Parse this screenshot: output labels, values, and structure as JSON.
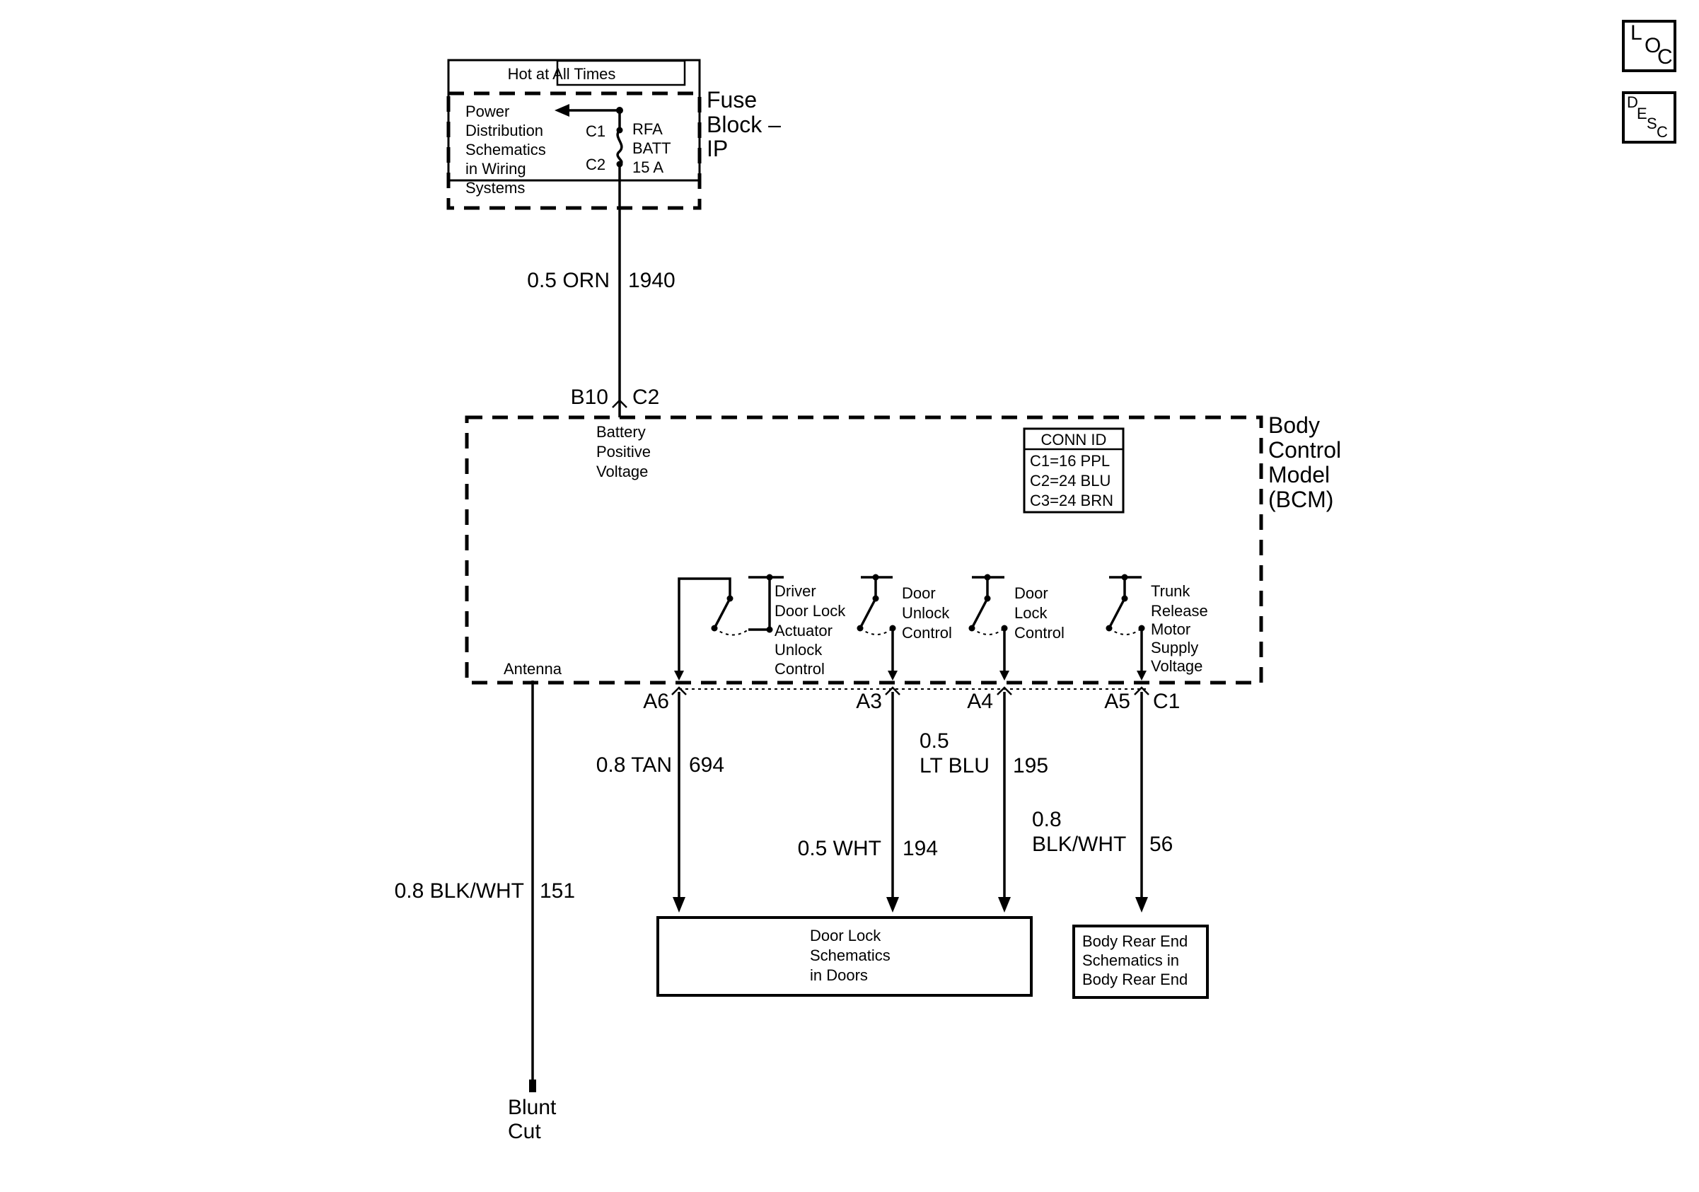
{
  "icons": {
    "loc": {
      "big": "L",
      "mid": "O",
      "small": "C"
    },
    "desc": {
      "a": "D",
      "b": "E",
      "c": "S",
      "d": "C"
    }
  },
  "fuse_block": {
    "hot_label": "Hot at All Times",
    "name_lines": [
      "Fuse",
      "Block –",
      "IP"
    ],
    "power_ref_lines": [
      "Power",
      "Distribution",
      "Schematics",
      "in Wiring",
      "Systems"
    ],
    "c1": "C1",
    "c2": "C2",
    "fuse_lines": [
      "RFA",
      "BATT",
      "15 A"
    ]
  },
  "feed_wire": {
    "gauge_color": "0.5 ORN",
    "circuit": "1940"
  },
  "bcm_input": {
    "pin": "B10",
    "connector": "C2",
    "label_lines": [
      "Battery",
      "Positive",
      "Voltage"
    ]
  },
  "bcm": {
    "name_lines": [
      "Body",
      "Control",
      "Model",
      "(BCM)"
    ],
    "conn_id": {
      "header": "CONN ID",
      "rows": [
        "C1=16 PPL",
        "C2=24 BLU",
        "C3=24 BRN"
      ]
    },
    "antenna_label": "Antenna",
    "switches": {
      "driver_unlock": [
        "Driver",
        "Door Lock",
        "Actuator",
        "Unlock",
        "Control"
      ],
      "door_unlock": [
        "Door",
        "Unlock",
        "Control"
      ],
      "door_lock": [
        "Door",
        "Lock",
        "Control"
      ],
      "trunk_release": [
        "Trunk",
        "Release",
        "Motor",
        "Supply",
        "Voltage"
      ]
    }
  },
  "outputs": {
    "a6": {
      "pin": "A6",
      "gauge_color": "0.8 TAN",
      "circuit": "694"
    },
    "a3": {
      "pin": "A3",
      "gauge_color": "0.5 WHT",
      "circuit": "194"
    },
    "a4": {
      "pin": "A4",
      "gauge_lines": [
        "0.5",
        "LT BLU"
      ],
      "circuit": "195"
    },
    "a5": {
      "pin": "A5",
      "connector": "C1",
      "gauge_lines": [
        "0.8",
        "BLK/WHT"
      ],
      "circuit": "56"
    }
  },
  "antenna_wire": {
    "gauge_color": "0.8 BLK/WHT",
    "circuit": "151"
  },
  "blunt_cut": [
    "Blunt",
    "Cut"
  ],
  "door_lock_ref": [
    "Door Lock",
    "Schematics",
    "in Doors"
  ],
  "rear_end_ref": [
    "Body Rear End",
    "Schematics in",
    "Body Rear End"
  ]
}
